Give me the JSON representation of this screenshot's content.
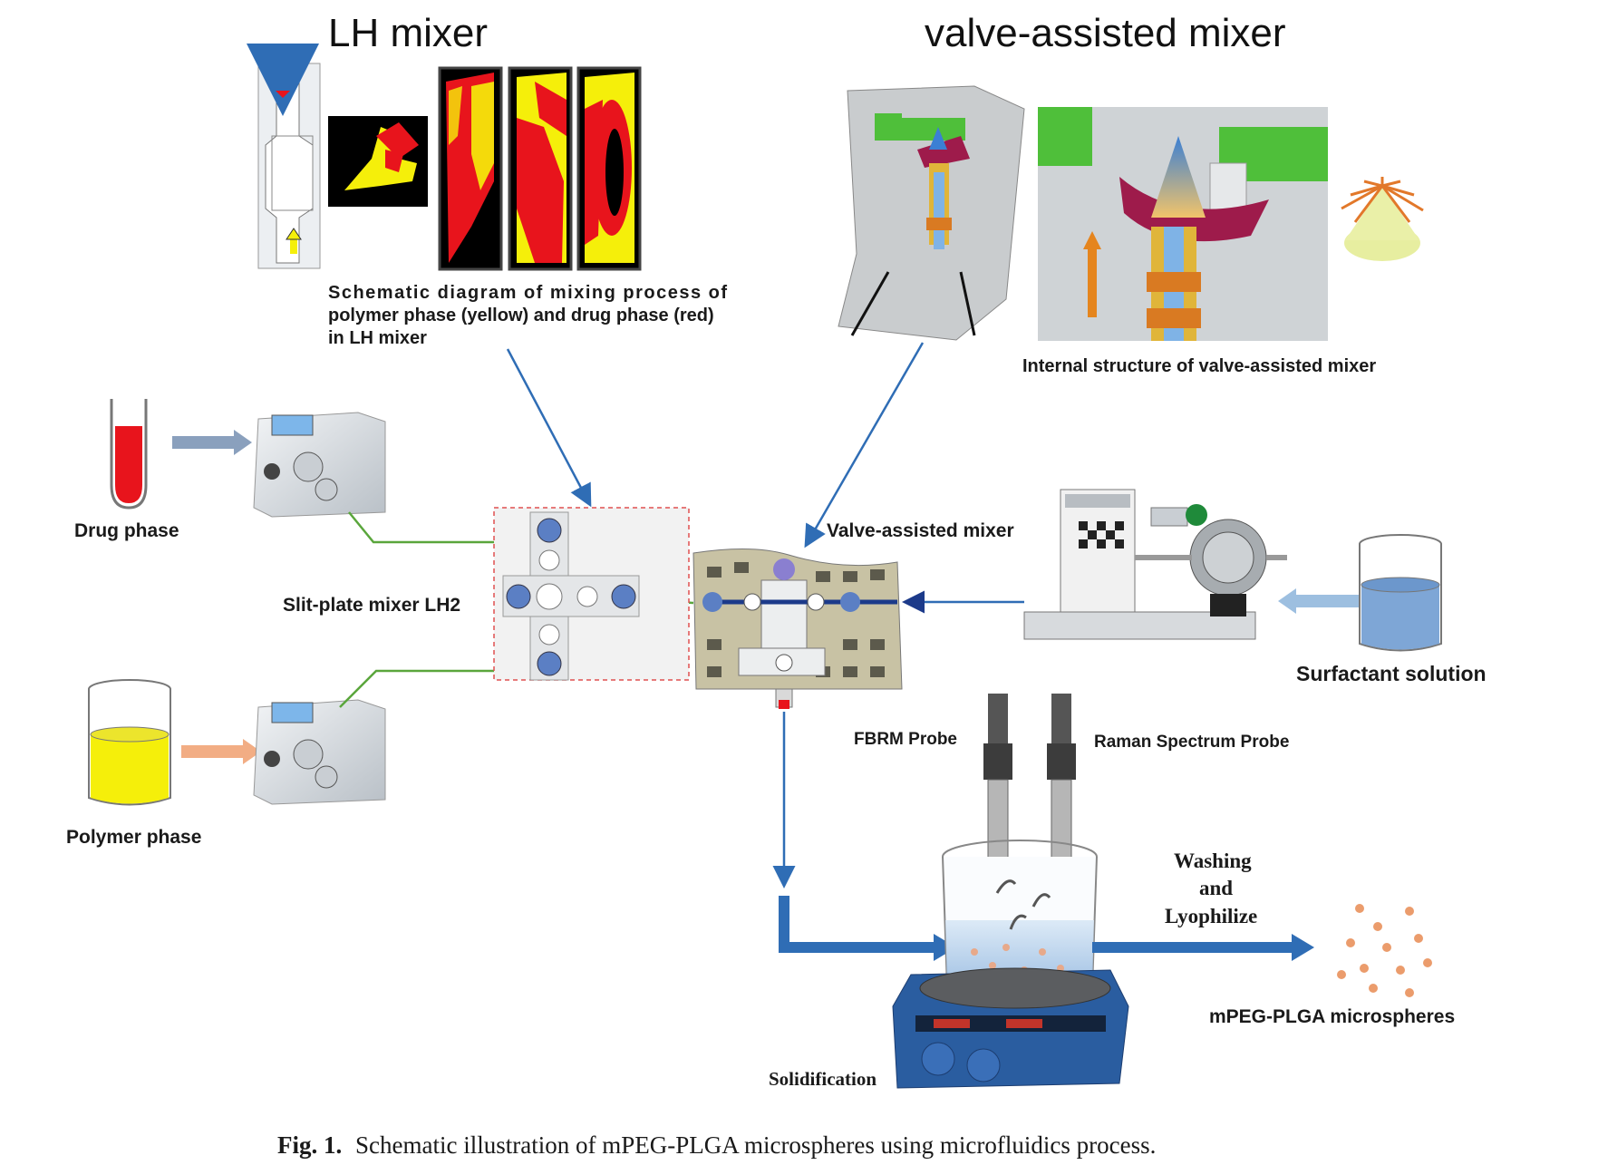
{
  "titles": {
    "lh_mixer": "LH mixer",
    "valve_mixer": "valve-assisted mixer"
  },
  "lh_caption": {
    "line1": "Schematic diagram of mixing process of",
    "line2": "polymer phase (yellow) and drug phase (red)",
    "line3": "in LH mixer"
  },
  "valve_caption": "Internal structure of valve-assisted mixer",
  "labels": {
    "drug_phase": "Drug phase",
    "polymer_phase": "Polymer phase",
    "slit_plate": "Slit-plate mixer LH2",
    "valve_mixer": "Valve-assisted mixer",
    "surfactant": "Surfactant solution",
    "fbrm": "FBRM Probe",
    "raman": "Raman Spectrum Probe",
    "washing1": "Washing",
    "washing2": "and",
    "washing3": "Lyophilize",
    "microspheres": "mPEG-PLGA microspheres",
    "solidification": "Solidification"
  },
  "caption": {
    "fig": "Fig. 1.",
    "text": "Schematic illustration of mPEG-PLGA microspheres using microfluidics process."
  },
  "colors": {
    "drug": "#e8141c",
    "polymer": "#f5ef0a",
    "surfactant": "#7ea6d6",
    "arrow_blue": "#2f6db5",
    "line_green": "#5aa63c",
    "mixer_green": "#4fbf3a"
  }
}
